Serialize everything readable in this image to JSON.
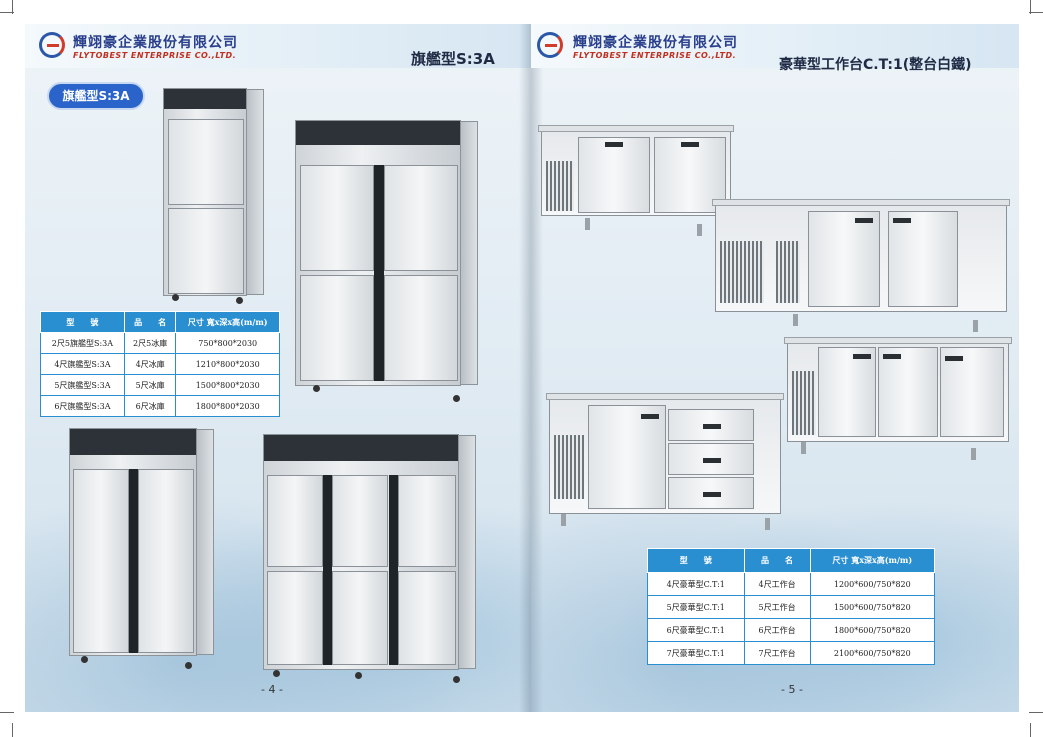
{
  "left_page": {
    "company_cn": "輝翊豪企業股份有限公司",
    "company_en": "FLYTOBEST ENTERPRISE CO.,LTD.",
    "title": "旗艦型S:3A",
    "badge": "旗艦型S:3A",
    "page_number": "- 4 -",
    "table": {
      "headers": [
        "型　　號",
        "品　　名",
        "尺寸 寬x深x高(m/m)"
      ],
      "rows": [
        [
          "2尺5旗艦型S:3A",
          "2尺5冰庫",
          "750*800*2030"
        ],
        [
          "4尺旗艦型S:3A",
          "4尺冰庫",
          "1210*800*2030"
        ],
        [
          "5尺旗艦型S:3A",
          "5尺冰庫",
          "1500*800*2030"
        ],
        [
          "6尺旗艦型S:3A",
          "6尺冰庫",
          "1800*800*2030"
        ]
      ]
    }
  },
  "right_page": {
    "company_cn": "輝翊豪企業股份有限公司",
    "company_en": "FLYTOBEST ENTERPRISE CO.,LTD.",
    "title": "豪華型工作台C.T:1(整台白鐵)",
    "page_number": "- 5 -",
    "table": {
      "headers": [
        "型　　號",
        "品　　名",
        "尺寸 寬x深x高(m/m)"
      ],
      "rows": [
        [
          "4尺豪華型C.T:1",
          "4尺工作台",
          "1200*600/750*820"
        ],
        [
          "5尺豪華型C.T:1",
          "5尺工作台",
          "1500*600/750*820"
        ],
        [
          "6尺豪華型C.T:1",
          "6尺工作台",
          "1800*600/750*820"
        ],
        [
          "7尺豪華型C.T:1",
          "7尺工作台",
          "2100*600/750*820"
        ]
      ]
    }
  },
  "icons": {
    "logo": "logo-icon"
  },
  "colors": {
    "table_header": "#2a8fd0",
    "brand_blue": "#2a57a8",
    "brand_red": "#d23a2a"
  }
}
